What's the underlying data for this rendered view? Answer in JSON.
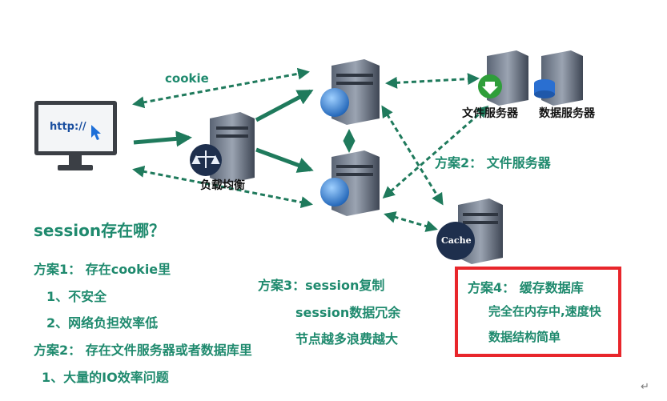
{
  "diagram": {
    "nodes": {
      "browser_url": "http://",
      "load_balancer": "负载均衡",
      "file_server": "文件服务器",
      "db_server": "数据服务器",
      "cache": "Cache"
    },
    "edge_labels": {
      "cookie": "cookie",
      "file_scheme": "方案2： 文件服务器"
    }
  },
  "text": {
    "question": "session存在哪？",
    "scheme1": {
      "title": "方案1： 存在cookie里",
      "items": [
        "1、不安全",
        "2、网络负担效率低"
      ]
    },
    "scheme2": {
      "title": "方案2： 存在文件服务器或者数据库里",
      "items": [
        "1、大量的IO效率问题"
      ]
    },
    "scheme3": {
      "title": "方案3：session复制",
      "items": [
        "session数据冗余",
        "节点越多浪费越大"
      ]
    },
    "scheme4": {
      "title": "方案4： 缓存数据库",
      "items": [
        "完全在内存中,速度快",
        "数据结构简单"
      ]
    }
  },
  "enter_symbol": "↵",
  "colors": {
    "accent": "#1f8a6e",
    "arrow": "#1f7a5c",
    "highlight_box": "#e8262b"
  }
}
